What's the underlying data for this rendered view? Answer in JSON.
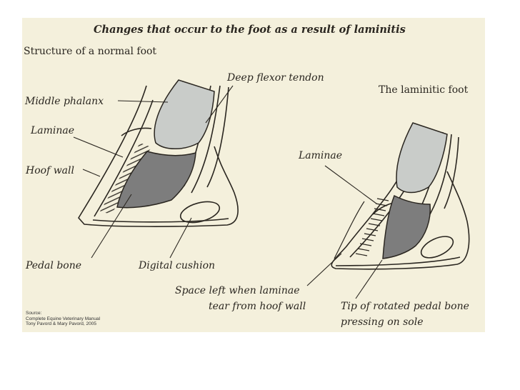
{
  "title": "Changes that occur to the foot as a result of laminitis",
  "normal_foot": {
    "heading": "Structure of a normal foot",
    "labels": {
      "middle_phalanx": "Middle phalanx",
      "deep_flexor_tendon": "Deep flexor tendon",
      "laminae": "Laminae",
      "hoof_wall": "Hoof wall",
      "pedal_bone": "Pedal bone",
      "digital_cushion": "Digital cushion"
    }
  },
  "laminitic_foot": {
    "heading": "The laminitic foot",
    "labels": {
      "laminae": "Laminae",
      "space_line1": "Space left when laminae",
      "space_line2": "tear from hoof wall",
      "tip_line1": "Tip of rotated pedal bone",
      "tip_line2": "pressing on sole"
    }
  },
  "source": {
    "line1": "Source:",
    "line2": "Complete Equine Veterinary Manual",
    "line3": "Tony Pavord & Mary Pavord, 2005"
  },
  "colors": {
    "background": "#f4f0dc",
    "bone_light": "#c9ccc9",
    "pedal_bone": "#7d7d7d",
    "outline": "#2a2620"
  }
}
